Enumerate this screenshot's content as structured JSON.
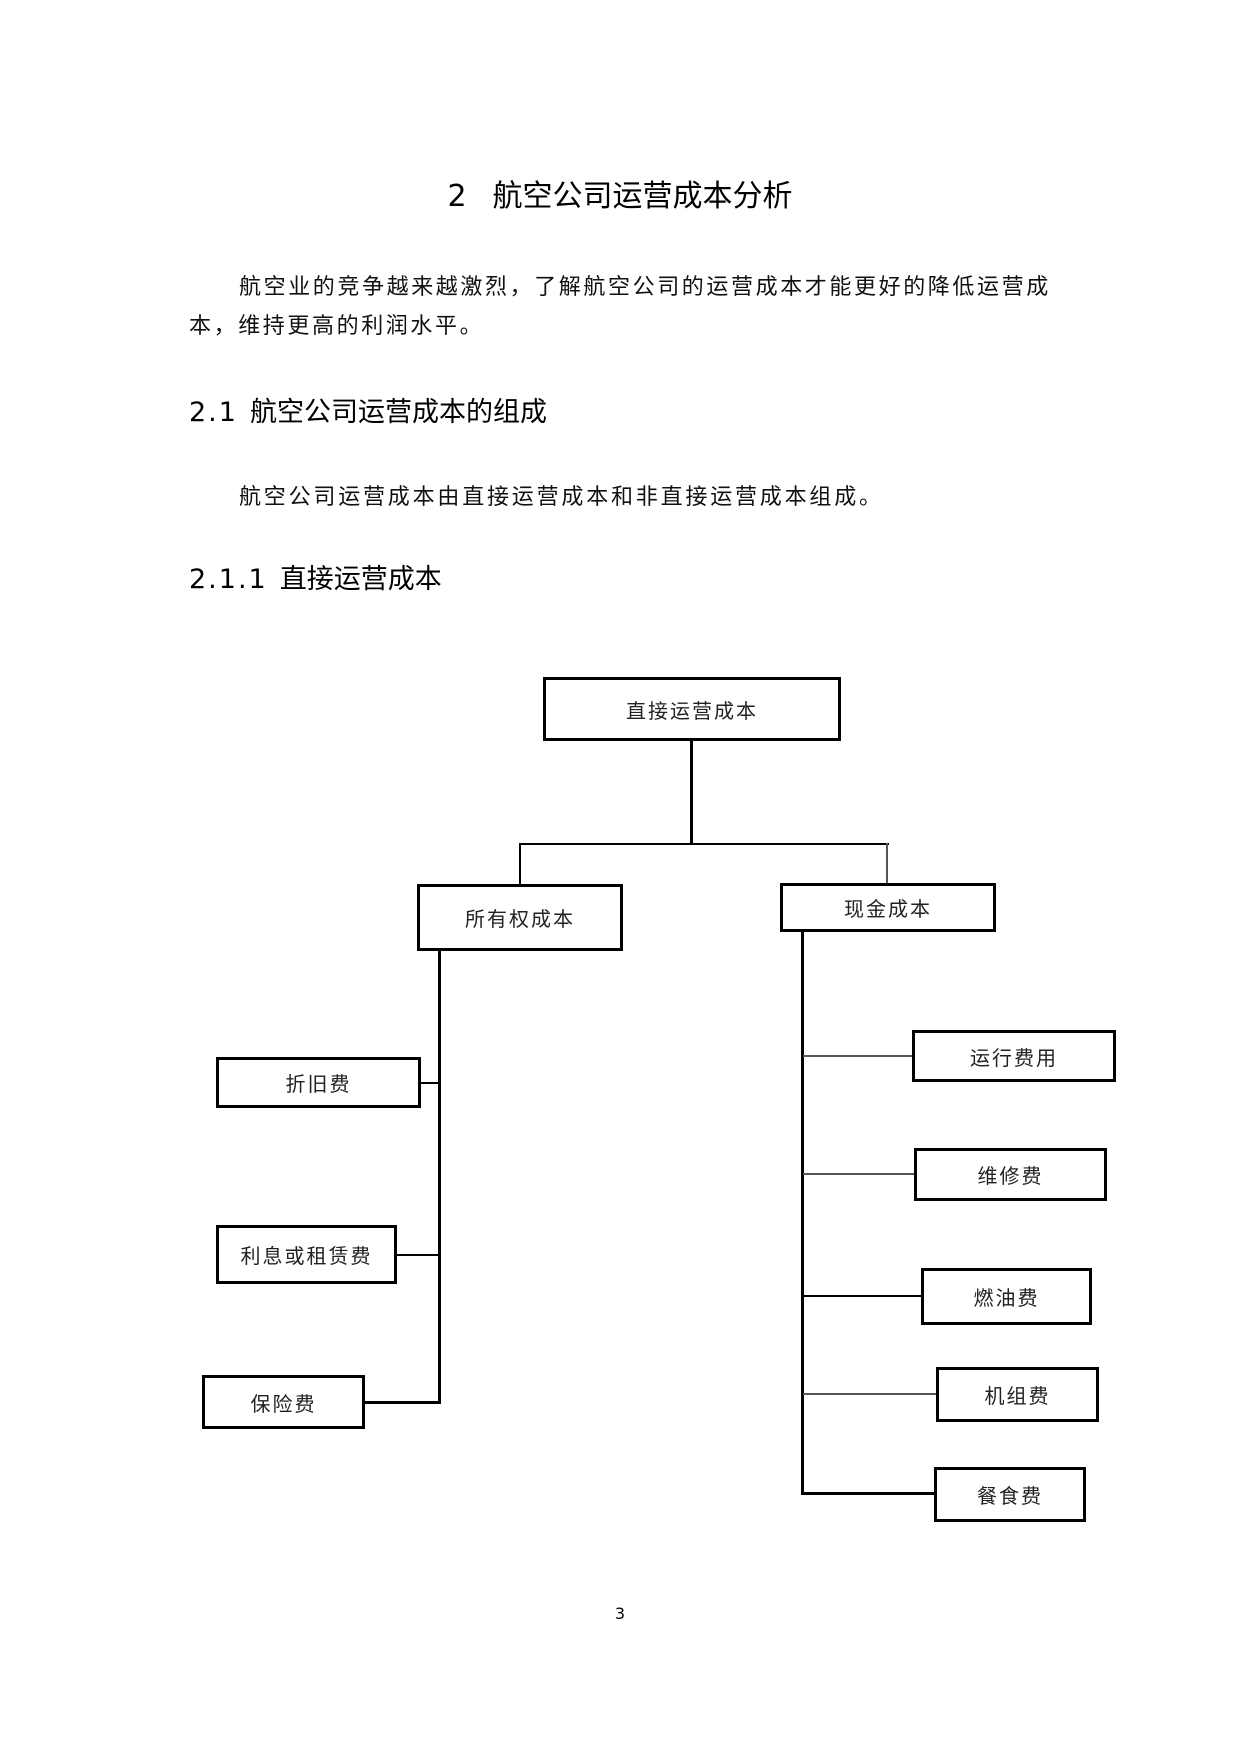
{
  "chapter": {
    "number": "2",
    "title": "航空公司运营成本分析"
  },
  "intro_paragraph": "航空业的竞争越来越激烈，了解航空公司的运营成本才能更好的降低运营成本，维持更高的利润水平。",
  "section_2_1": {
    "number": "2.1",
    "title": "航空公司运营成本的组成",
    "paragraph": "航空公司运营成本由直接运营成本和非直接运营成本组成。"
  },
  "section_2_1_1": {
    "number": "2.1.1",
    "title": "直接运营成本"
  },
  "diagram": {
    "root": "直接运营成本",
    "left_branch": {
      "label": "所有权成本",
      "children": [
        "折旧费",
        "利息或租赁费",
        "保险费"
      ]
    },
    "right_branch": {
      "label": "现金成本",
      "children": [
        "运行费用",
        "维修费",
        "燃油费",
        "机组费",
        "餐食费"
      ]
    }
  },
  "page_number": "3"
}
